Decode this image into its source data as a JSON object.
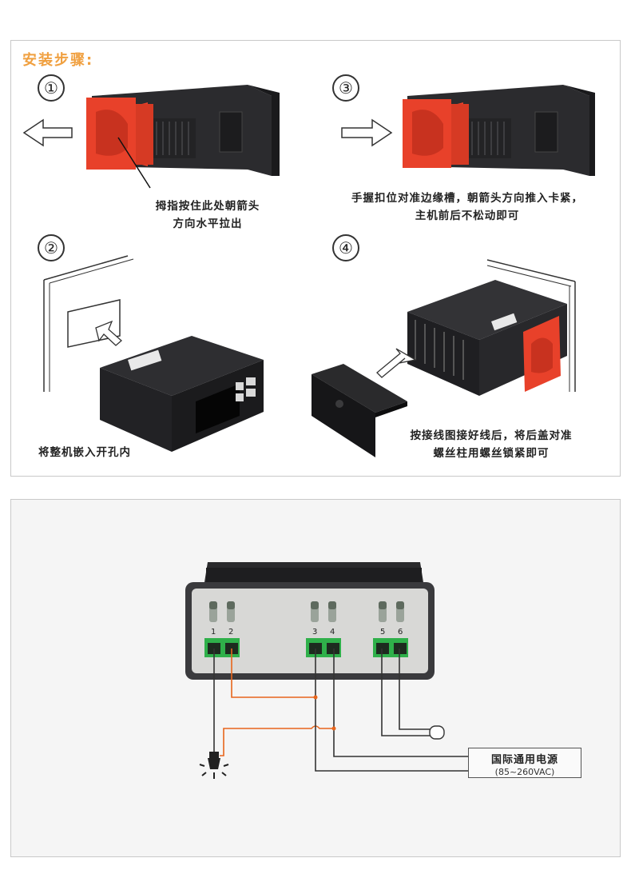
{
  "install": {
    "title": "安装步骤:",
    "steps": [
      {
        "num": "①",
        "caption_lines": [
          "拇指按住此处朝箭头",
          "方向水平拉出"
        ]
      },
      {
        "num": "②",
        "caption_lines": [
          "将整机嵌入开孔内"
        ]
      },
      {
        "num": "③",
        "caption_lines": [
          "手握扣位对准边缘槽，朝箭头方向推入卡紧，",
          "主机前后不松动即可"
        ]
      },
      {
        "num": "④",
        "caption_lines": [
          "按接线图接好线后，将后盖对准",
          "螺丝柱用螺丝锁紧即可"
        ]
      }
    ],
    "colors": {
      "clip": "#e8412a",
      "device": "#2b2b2e",
      "title": "#f0a040"
    }
  },
  "wiring": {
    "terminals": [
      "1",
      "2",
      "3",
      "4",
      "5",
      "6"
    ],
    "power_supply": {
      "name": "国际通用电源",
      "range": "(85~260VAC)"
    },
    "colors": {
      "orange_wire": "#e8651c",
      "black_wire": "#333333",
      "terminal": "#2fb04a"
    },
    "icons": [
      "lamp-icon",
      "sensor-probe-icon"
    ]
  }
}
